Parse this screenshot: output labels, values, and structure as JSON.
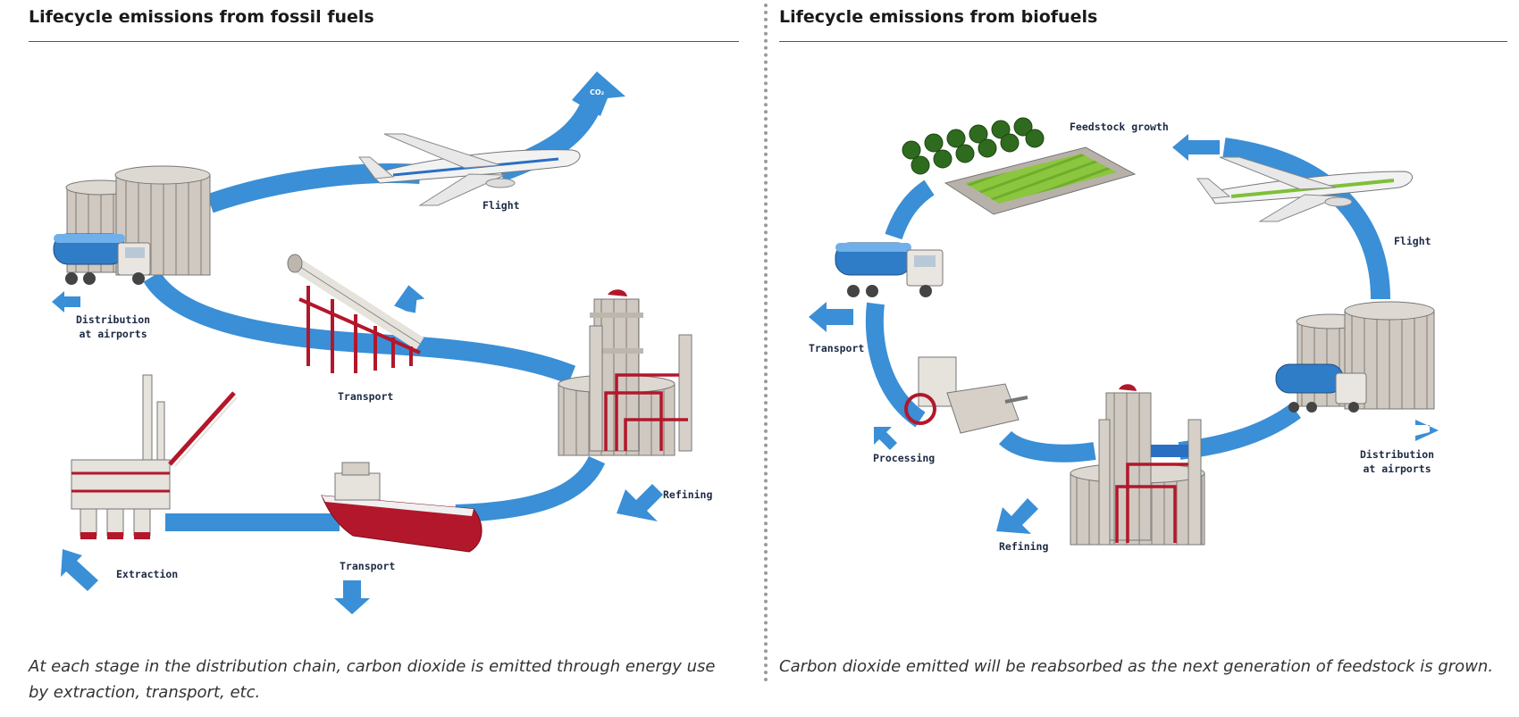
{
  "left_panel": {
    "title": "Lifecycle emissions from fossil fuels",
    "labels": {
      "flight": "Flight",
      "distribution": "Distribution\nat airports",
      "transport_pipeline": "Transport",
      "refining": "Refining",
      "extraction": "Extraction",
      "transport_ship": "Transport"
    },
    "caption": "At each stage in the distribution chain, carbon dioxide is emitted through energy use by extraction, transport, etc."
  },
  "right_panel": {
    "title": "Lifecycle emissions from biofuels",
    "labels": {
      "feedstock": "Feedstock growth",
      "flight": "Flight",
      "transport": "Transport",
      "processing": "Processing",
      "refining": "Refining",
      "distribution": "Distribution\nat airports"
    },
    "caption": "Carbon dioxide emitted will be reabsorbed as the next generation of feedstock is grown."
  },
  "co2_label": "CO₂",
  "colors": {
    "flow_blue": "#3a8fd6",
    "structure_gray": "#c9c3bb",
    "accent_red": "#b3172b",
    "crop_green": "#7fbf3a",
    "tree_green": "#2f6b1e"
  }
}
